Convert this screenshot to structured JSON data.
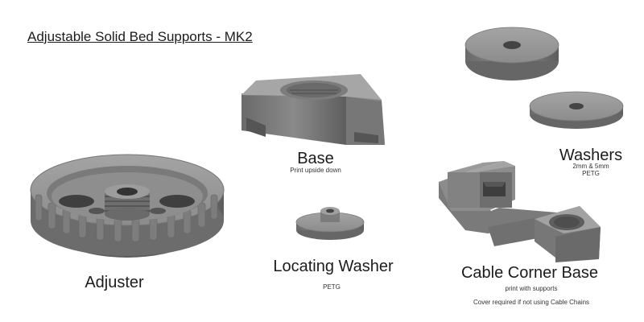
{
  "title": "Adjustable Solid Bed Supports - MK2",
  "parts": {
    "adjuster": {
      "label": "Adjuster"
    },
    "base": {
      "label": "Base",
      "note": "Print upside down"
    },
    "washers": {
      "label": "Washers",
      "note1": "2mm & 5mm",
      "note2": "PETG"
    },
    "locating_washer": {
      "label": "Locating Washer",
      "note": "PETG"
    },
    "cable_corner_base": {
      "label": "Cable Corner Base",
      "note1": "print with supports",
      "note2": "Cover required if not using Cable Chains"
    }
  },
  "colors": {
    "part_top": "#9a9a9a",
    "part_side": "#6e6e6e",
    "part_dark": "#4e4e4e",
    "background": "#ffffff"
  }
}
